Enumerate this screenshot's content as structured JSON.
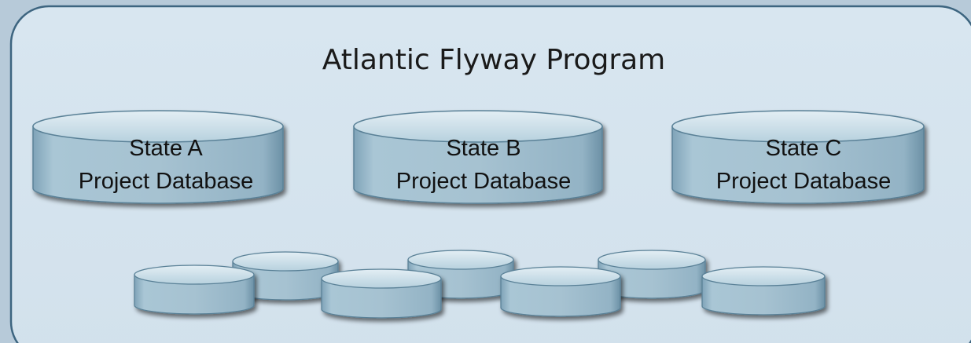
{
  "diagram": {
    "title": "Atlantic Flyway Program",
    "databases": [
      {
        "line1": "State A",
        "line2": "Project Database"
      },
      {
        "line1": "State B",
        "line2": "Project Database"
      },
      {
        "line1": "State C",
        "line2": "Project Database"
      }
    ],
    "small_disk_count": 7,
    "colors": {
      "background": "#b7cad9",
      "panel_fill": "#d5e3ee",
      "panel_border": "#3d6580",
      "cylinder_body": "#9ebccc",
      "cylinder_top": "#c7dde8"
    }
  }
}
